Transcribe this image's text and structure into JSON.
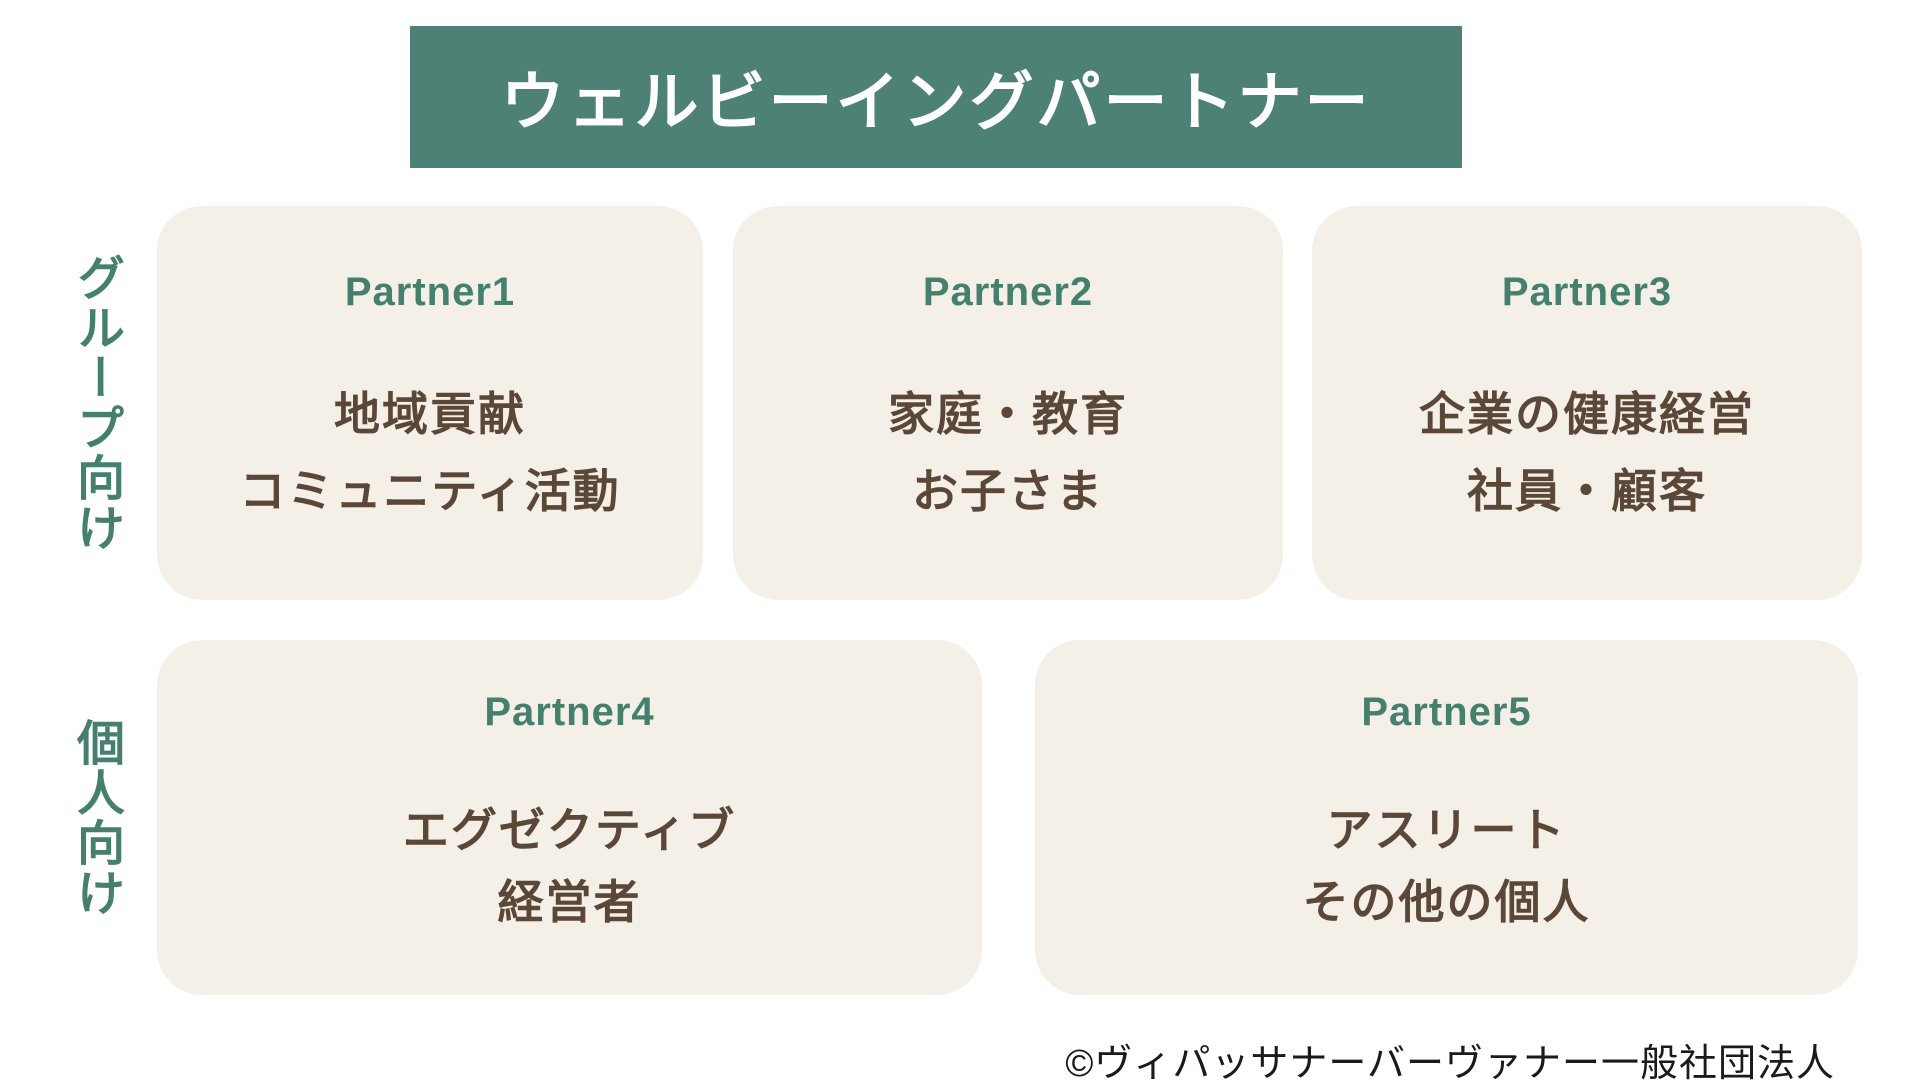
{
  "header": {
    "title": "ウェルビーイングパートナー"
  },
  "colors": {
    "banner_bg": "#4d8175",
    "banner_text": "#ffffff",
    "card_bg": "#f4efe7",
    "accent_green": "#45806f",
    "body_brown": "#5a4738",
    "copyright_text": "#1a1a1a",
    "page_bg": "#ffffff"
  },
  "groups": [
    {
      "label": "グループ向け",
      "cards": [
        {
          "title": "Partner1",
          "lines": [
            "地域貢献",
            "コミュニティ活動"
          ]
        },
        {
          "title": "Partner2",
          "lines": [
            "家庭・教育",
            "お子さま"
          ]
        },
        {
          "title": "Partner3",
          "lines": [
            "企業の健康経営",
            "社員・顧客"
          ]
        }
      ]
    },
    {
      "label": "個人向け",
      "cards": [
        {
          "title": "Partner4",
          "lines": [
            "エグゼクティブ",
            "経営者"
          ]
        },
        {
          "title": "Partner5",
          "lines": [
            "アスリート",
            "その他の個人"
          ]
        }
      ]
    }
  ],
  "footer": {
    "copyright": "©ヴィパッサナーバーヴァナー一般社団法人"
  }
}
